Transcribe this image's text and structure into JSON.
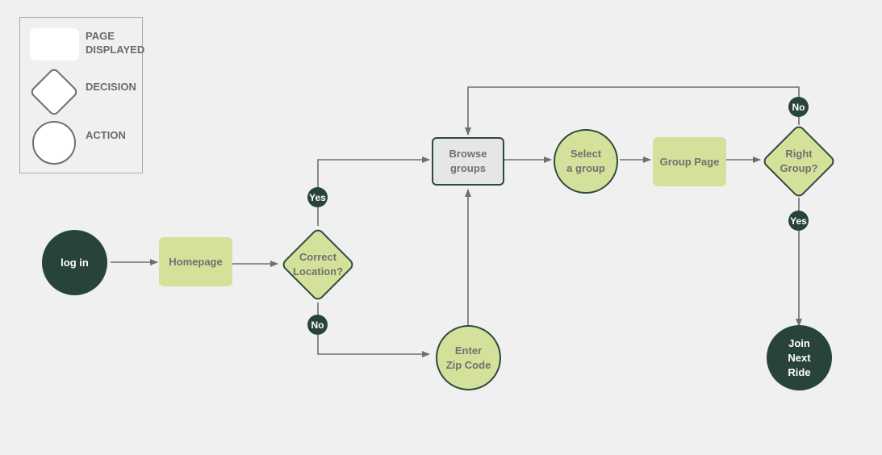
{
  "legend": {
    "page_label": "PAGE\nDISPLAYED",
    "decision_label": "DECISION",
    "action_label": "ACTION"
  },
  "nodes": {
    "login": "log in",
    "homepage": "Homepage",
    "correct_location": "Correct\nLocation?",
    "enter_zip": "Enter\nZip Code",
    "browse_groups": "Browse\ngroups",
    "select_group": "Select\na group",
    "group_page": "Group Page",
    "right_group": "Right\nGroup?",
    "join_next_ride": "Join\nNext\nRide"
  },
  "badges": {
    "correct_yes": "Yes",
    "correct_no": "No",
    "right_yes": "Yes",
    "right_no": "No"
  },
  "colors": {
    "page_fill": "#d4e19b",
    "action_dark": "#284438",
    "browse_fill": "#e6e6e6",
    "connector": "#6f6f6f"
  }
}
